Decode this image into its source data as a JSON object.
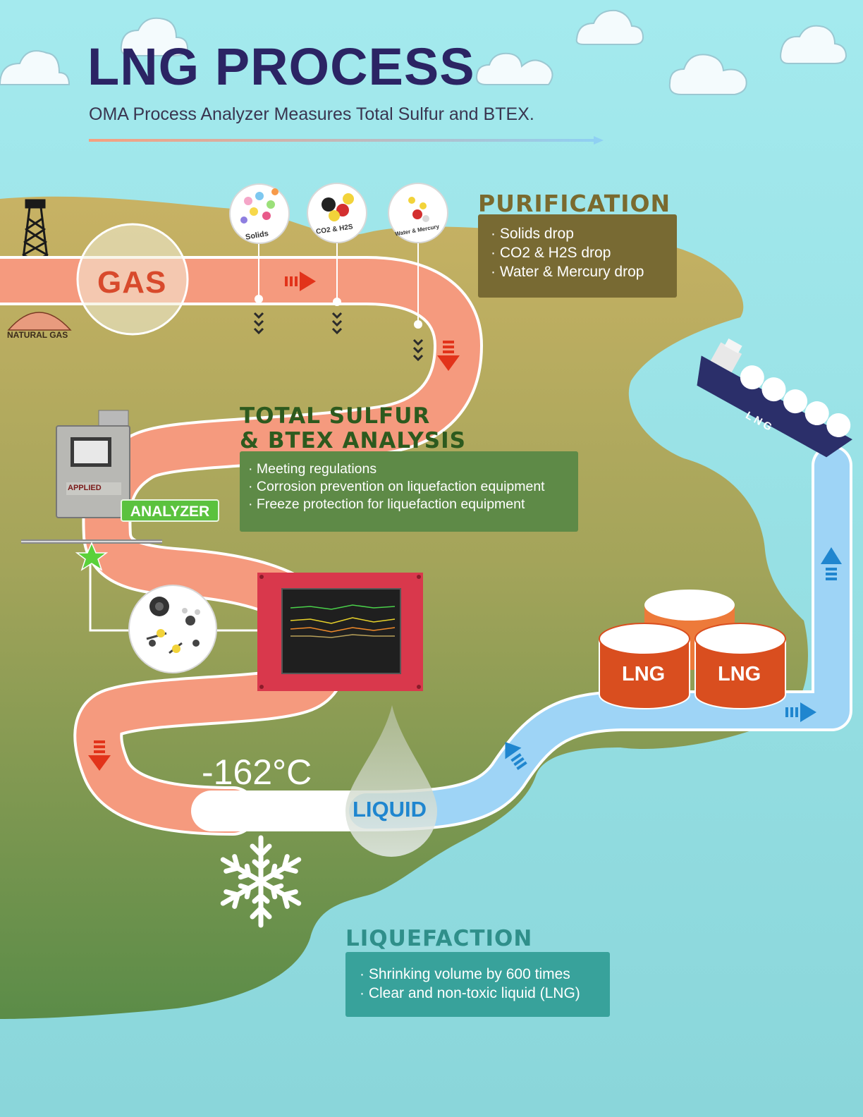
{
  "header": {
    "title": "LNG PROCESS",
    "subtitle": "OMA Process Analyzer Measures Total Sulfur and BTEX."
  },
  "purification": {
    "title": "PURIFICATION",
    "items": [
      "Solids drop",
      "CO2 & H2S drop",
      "Water & Mercury drop"
    ]
  },
  "bubbles": {
    "solids": "Solids",
    "co2": "CO2 & H2S",
    "water": "Water & Mercury"
  },
  "analysis": {
    "title_line1": "TOTAL SULFUR",
    "title_line2": "& BTEX ANALYSIS",
    "items": [
      "Meeting regulations",
      "Corrosion prevention on liquefaction equipment",
      "Freeze protection for liquefaction equipment"
    ]
  },
  "liquefaction": {
    "title": "LIQUEFACTION",
    "items": [
      "Shrinking volume by 600 times",
      "Clear and non-toxic liquid (LNG)"
    ]
  },
  "labels": {
    "gas": "GAS",
    "natural_gas": "NATURAL GAS",
    "analyzer": "ANALYZER",
    "analyzer_brand": "APPLIED",
    "temperature": "-162°C",
    "liquid": "LIQUID",
    "tank1": "LNG",
    "tank2": "LNG",
    "ship": "LNG"
  },
  "colors": {
    "sky": "#9fe6ea",
    "land_top": "#c6b066",
    "land_bottom": "#5f8f4a",
    "gas_pipe": "#f59a7e",
    "liquid_pipe": "#9ed4f6",
    "tank": "#d94e1f",
    "arrow_red": "#e2331a",
    "arrow_blue": "#1f86cf"
  }
}
